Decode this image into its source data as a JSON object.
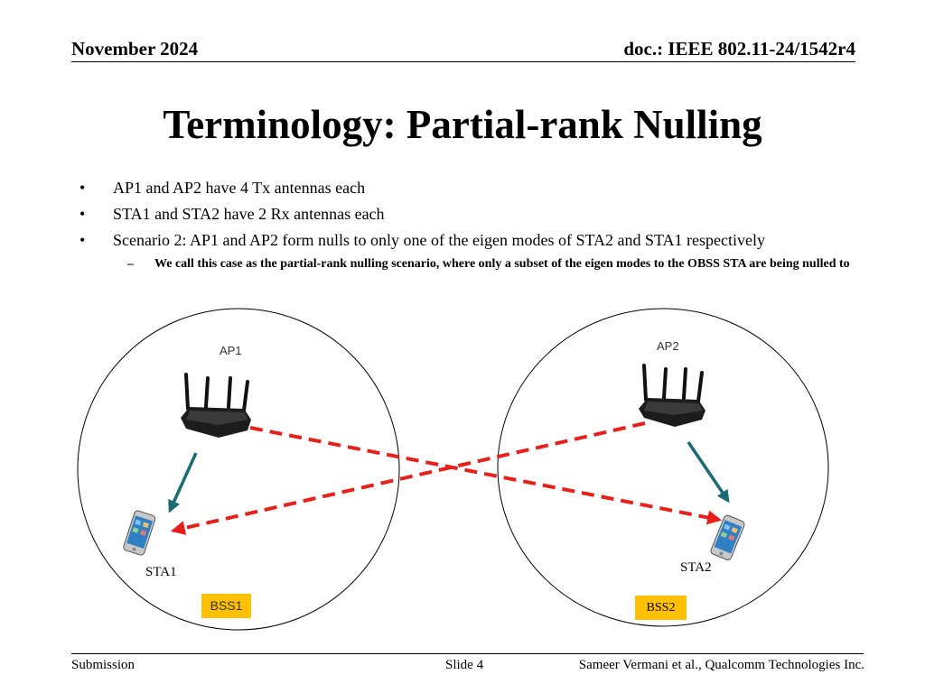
{
  "header": {
    "date": "November 2024",
    "doc": "doc.: IEEE 802.11-24/1542r4"
  },
  "title": "Terminology: Partial-rank Nulling",
  "bullets": [
    "AP1 and AP2 have 4 Tx antennas each",
    "STA1 and STA2 have 2 Rx antennas each",
    "Scenario 2: AP1 and AP2 form nulls to only one of the eigen modes of STA2 and STA1 respectively"
  ],
  "subbullet": {
    "dash": "–",
    "text": "We call this case as the partial-rank nulling scenario, where only a subset of the eigen modes to the OBSS STA are being nulled to"
  },
  "diagram": {
    "ap1_label": "AP1",
    "ap2_label": "AP2",
    "sta1_label": "STA1",
    "sta2_label": "STA2",
    "bss1_label": "BSS1",
    "bss2_label": "BSS2",
    "colors": {
      "interference_arrow": "#e8201a",
      "serving_arrow": "#1a6b73",
      "bss_badge": "#ffc000"
    },
    "icons": [
      "router-icon",
      "smartphone-icon"
    ]
  },
  "footer": {
    "left": "Submission",
    "center": "Slide 4",
    "right": "Sameer Vermani et al., Qualcomm Technologies Inc."
  }
}
